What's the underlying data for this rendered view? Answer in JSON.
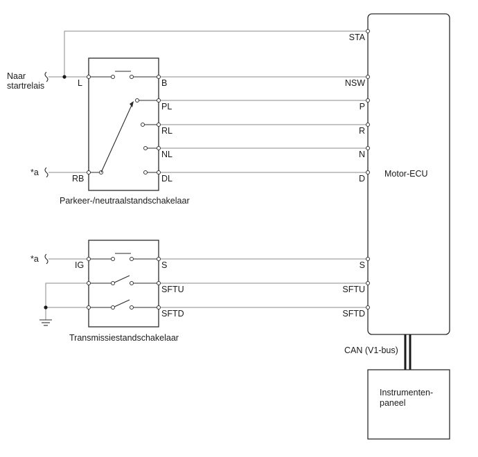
{
  "connectors": {
    "to_starter_relay": "Naar\nstartrelais",
    "a1": "*a",
    "a2": "*a"
  },
  "park_neutral_switch": {
    "title": "Parkeer-/neutraalstandschakelaar",
    "pins_left": [
      "L",
      "RB"
    ],
    "pins_right": [
      "B",
      "PL",
      "RL",
      "NL",
      "DL"
    ]
  },
  "transmission_switch": {
    "title": "Transmissiestandschakelaar",
    "pins_left": [
      "IG"
    ],
    "pins_right": [
      "S",
      "SFTU",
      "SFTD"
    ]
  },
  "ecu": {
    "title": "Motor-ECU",
    "pins": [
      "STA",
      "NSW",
      "P",
      "R",
      "N",
      "D",
      "S",
      "SFTU",
      "SFTD"
    ]
  },
  "bus_label": "CAN (V1-bus)",
  "instrument_panel": "Instrumenten-\npaneel"
}
